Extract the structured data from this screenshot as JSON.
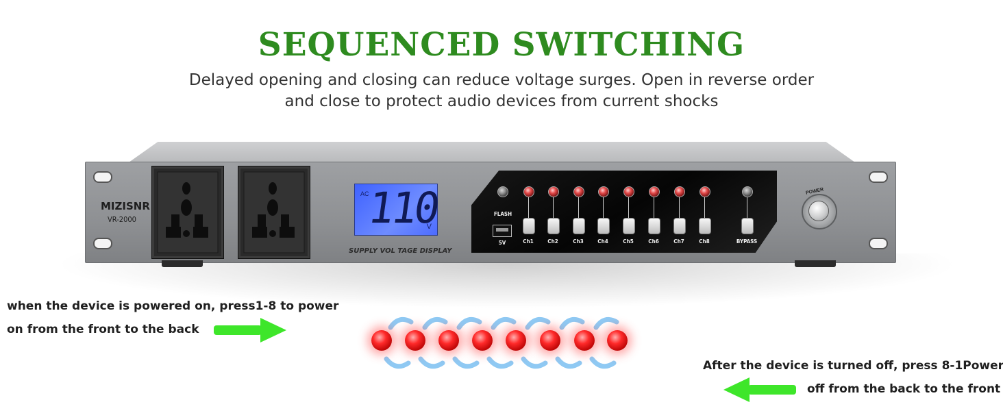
{
  "header": {
    "title": "SEQUENCED SWITCHING",
    "subtitle_line1": "Delayed opening and closing can reduce voltage surges.  Open in reverse order",
    "subtitle_line2": "and close to protect audio devices from current shocks"
  },
  "device": {
    "brand": "MIZISNR",
    "model": "VR-2000",
    "display": {
      "prefix": "AC",
      "value": "110",
      "unit": "V",
      "caption": "SUPPLY VOL TAGE DISPLAY"
    },
    "flash_label": "FLASH",
    "usb_label": "5V",
    "channels": [
      "Ch1",
      "Ch2",
      "Ch3",
      "Ch4",
      "Ch5",
      "Ch6",
      "Ch7",
      "Ch8"
    ],
    "bypass_label": "BYPASS",
    "power_label": "POWER"
  },
  "notes": {
    "power_on_line1": "when the device is powered on, press1-8 to power",
    "power_on_line2": "on from the front to the back",
    "power_off_line1": "After the device is turned off, press 8-1Power",
    "power_off_line2": "off from the back to the front"
  },
  "colors": {
    "title": "#2e8b1f",
    "arrow": "#3ee62a",
    "led_red": "#ff2a2a",
    "swirl_blue": "#6ab7ef"
  },
  "icons": [
    "right-arrow-icon",
    "left-arrow-icon",
    "swirl-arrow-icon",
    "outlet-icon",
    "power-icon"
  ]
}
